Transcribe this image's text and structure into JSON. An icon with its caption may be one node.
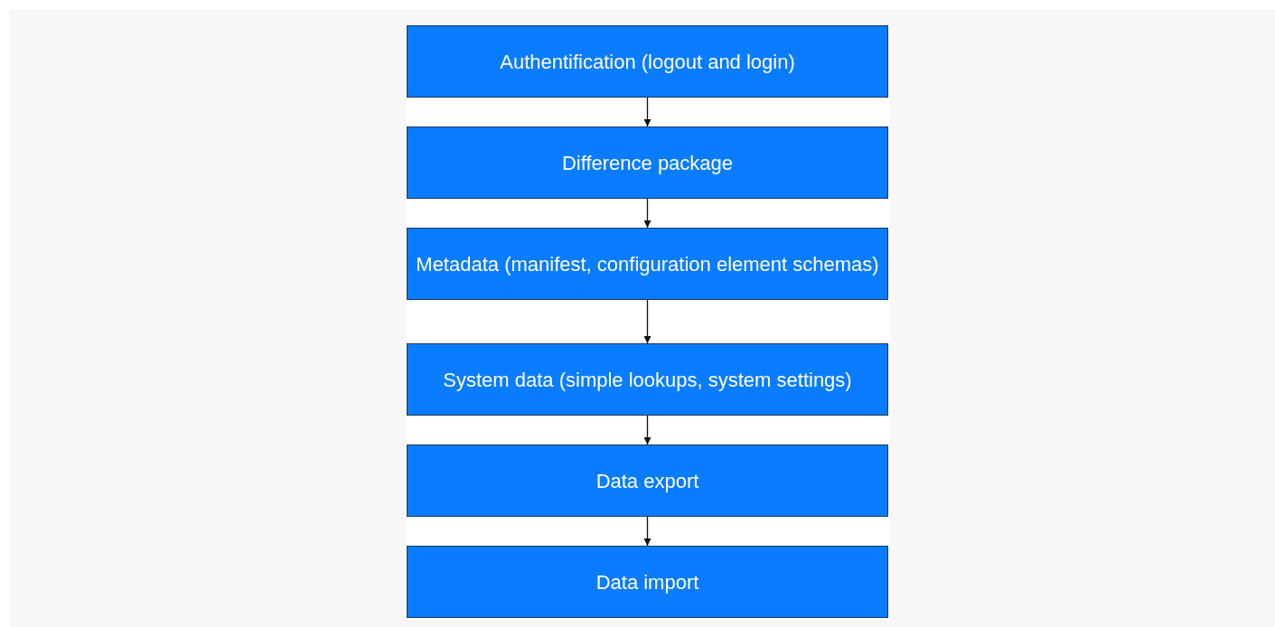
{
  "diagram": {
    "nodes": [
      {
        "text": [
          "Authentification (logout and login)"
        ]
      },
      {
        "text": [
          "Difference package"
        ]
      },
      {
        "text": [
          "Metadata (manifest, configuration element schemas)"
        ]
      },
      {
        "text": [
          "System data (simple lookups, system settings)"
        ]
      },
      {
        "text": [
          "Data export"
        ]
      },
      {
        "text": [
          "Data import"
        ]
      }
    ],
    "edges": [
      {
        "from": 0,
        "to": 1,
        "arrow": "to"
      },
      {
        "from": 1,
        "to": 2,
        "arrow": "to"
      },
      {
        "from": 2,
        "to": 3,
        "arrow": "to"
      },
      {
        "from": 3,
        "to": 4,
        "arrow": "to"
      },
      {
        "from": 4,
        "to": 5,
        "arrow": "to"
      }
    ]
  }
}
